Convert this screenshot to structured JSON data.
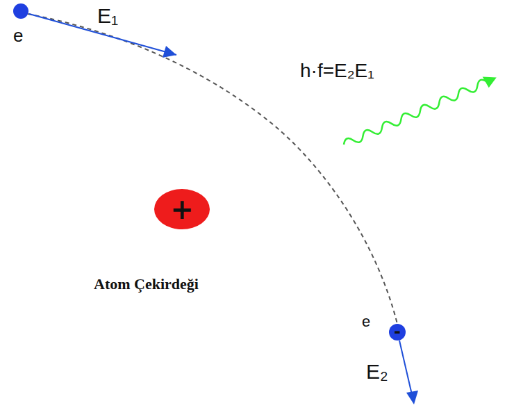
{
  "diagram": {
    "nodes": [
      {
        "text": [
          "+"
        ]
      }
    ],
    "labels": [
      "e",
      "E₁",
      "h·f=E₂E₁",
      "Atom Çekirdeği",
      "e",
      "-",
      "E₂"
    ]
  }
}
